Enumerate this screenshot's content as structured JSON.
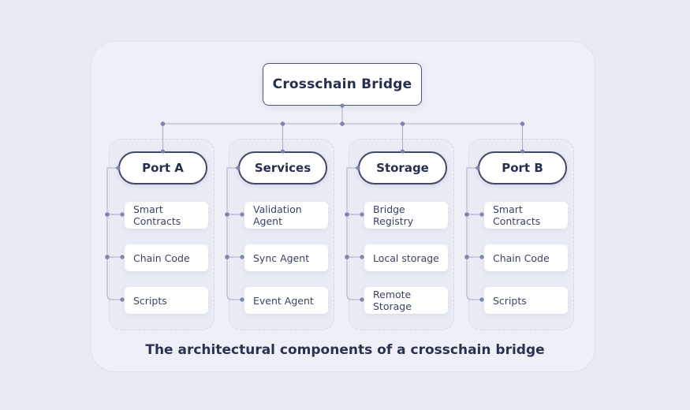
{
  "diagram": {
    "root": {
      "label": "Crosschain Bridge"
    },
    "caption": "The architectural components of a crosschain bridge",
    "columns": [
      {
        "title": "Port A",
        "items": [
          "Smart Contracts",
          "Chain Code",
          "Scripts"
        ]
      },
      {
        "title": "Services",
        "items": [
          "Validation Agent",
          "Sync Agent",
          "Event Agent"
        ]
      },
      {
        "title": "Storage",
        "items": [
          "Bridge Registry",
          "Local storage",
          "Remote Storage"
        ]
      },
      {
        "title": "Port B",
        "items": [
          "Smart Contracts",
          "Chain Code",
          "Scripts"
        ]
      }
    ],
    "colors": {
      "page_background": "#e8eaf4",
      "frame_background": "#eef0f8",
      "frame_border": "#dee1ee",
      "column_background": "#e9ebf5",
      "column_dashed_border": "#d3d7e6",
      "node_background": "#ffffff",
      "node_border_dark": "#434963",
      "text_dark": "#272e4e",
      "item_text": "#3b4263",
      "connector_line": "#a6abc8",
      "connector_dot": "#7f84aa"
    }
  }
}
